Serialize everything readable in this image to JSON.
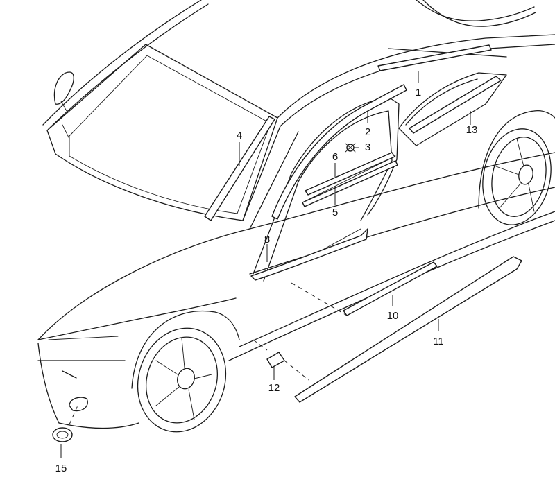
{
  "callouts": {
    "c1": "1",
    "c2": "2",
    "c3": "3",
    "c4": "4",
    "c5": "5",
    "c6": "6",
    "c8": "8",
    "c10": "10",
    "c11": "11",
    "c12": "12",
    "c13": "13",
    "c15": "15"
  }
}
